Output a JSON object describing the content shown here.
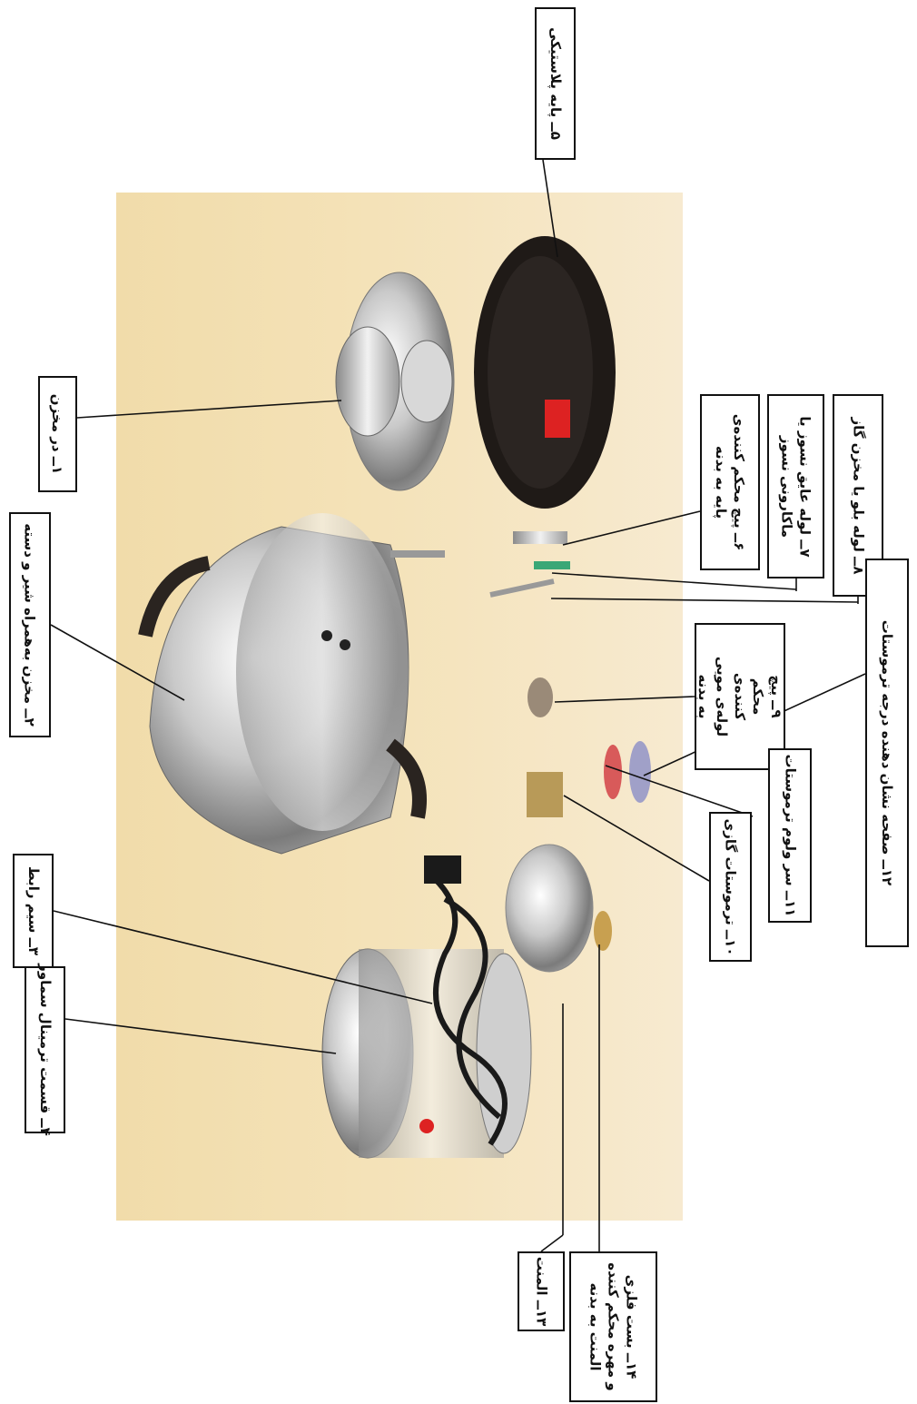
{
  "labels": {
    "l1": "۱ــ در مخزن",
    "l2": "۲ــ مخزن به‌همراه شیر و دسته",
    "l3": "۳ــ سیم رابط",
    "l4": "۴ــ قسمت ترمینال سماور",
    "l5": "۵ــ پایه پلاستیکی",
    "l6": "۶ــ پیچ محکم کننده‌ی\nپایه به بدنه",
    "l7": "۷ــ لوله عایق نسوز یا\nماکارونی نسوز",
    "l8": "۸ــ لوله بلو یا مخزن گاز",
    "l9": "۹ــ پیچ\nمحکم\nکننده‌ی\nلوله‌ی مویی\nبه بدنه",
    "l10": "۱۰ــ ترموستات گازی",
    "l11": "۱۱ــ سر ولوم ترموستات",
    "l12": "۱۲ــ صفحه نشان دهنده درجه ترموستات",
    "l13": "۱۳ــ المنت",
    "l14": "۱۴ــ بست فلزی\nو مهره محکم کننده\nالمنت به بدنه"
  }
}
